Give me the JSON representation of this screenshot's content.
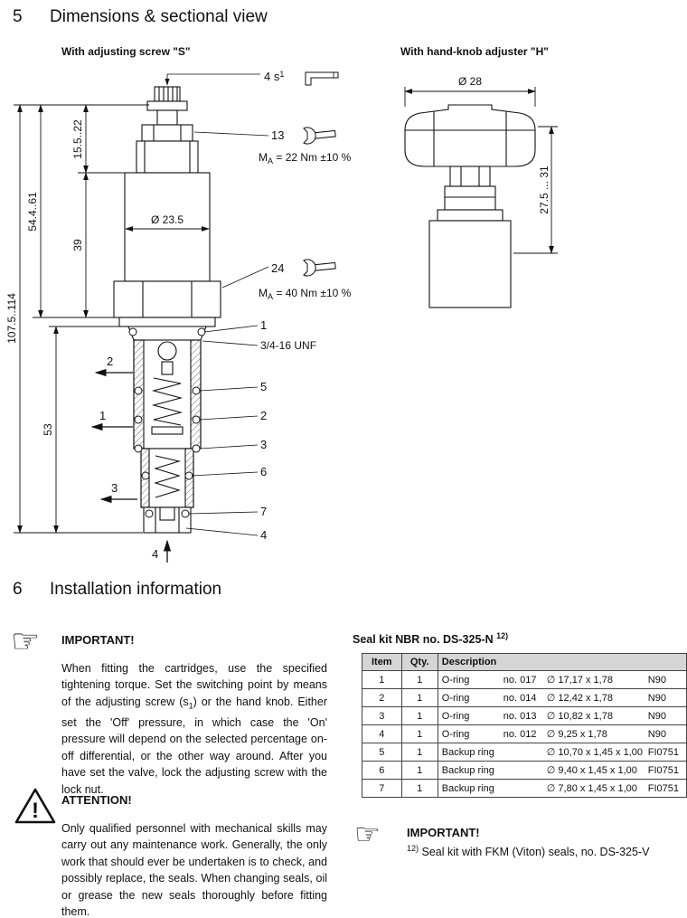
{
  "page": {
    "section5_no": "5",
    "section5_title": "Dimensions & sectional view",
    "section6_no": "6",
    "section6_title": "Installation information"
  },
  "drawing_s": {
    "caption": "With adjusting screw \"S\"",
    "screw_label": "4 s",
    "screw_label_sup": "1",
    "callout_13": "13",
    "torque1_prefix": "M",
    "torque1_sub": "A",
    "torque1_rest": " = 22 Nm ±10 %",
    "dia_body": "Ø 23.5",
    "callout_24": "24",
    "torque2_prefix": "M",
    "torque2_sub": "A",
    "torque2_rest": " = 40 Nm ±10 %",
    "callout_1": "1",
    "thread_label": "3/4-16 UNF",
    "callout_5": "5",
    "callout_2": "2",
    "callout_3": "3",
    "callout_6": "6",
    "callout_7": "7",
    "callout_4": "4",
    "port_2": "2",
    "port_1": "1",
    "port_3": "3",
    "port_4": "4",
    "dim_screw": "15.5..22",
    "dim_upper": "54.4..61",
    "dim_body": "39",
    "dim_total": "107.5..114",
    "dim_cartridge": "53"
  },
  "drawing_h": {
    "caption": "With hand-knob adjuster \"H\"",
    "dia_knob": "Ø 28",
    "dim_height": "27.5 ... 31"
  },
  "important1": {
    "heading": "IMPORTANT!",
    "p1": "When fitting the cartridges, use the specified tightening torque. Set the switching point by means of the adjusting screw (s",
    "p1_sub": "1",
    "p2": ") or the hand knob. Either set the 'Off' pressure, in which case the 'On' pressure will depend on the selected percentage on-off differential, or the other way around. After you have set the valve, lock the adjusting screw with the lock nut."
  },
  "attention": {
    "heading": "ATTENTION!",
    "mark": "!",
    "text": "Only qualified personnel with mechanical skills may carry out any maintenance work. Generally, the only work that should ever be undertaken is to check, and possibly replace, the seals. When changing seals, oil or grease the new seals thoroughly before fitting them."
  },
  "seal_kit": {
    "title": "Seal kit NBR no. DS-325-N",
    "title_sup": "12)",
    "headers": [
      "Item",
      "Qty.",
      "Description"
    ],
    "rows": [
      {
        "item": "1",
        "qty": "1",
        "name": "O-ring",
        "no": "no. 017",
        "size": "∅ 17,17 x 1,78",
        "grade": "N90"
      },
      {
        "item": "2",
        "qty": "1",
        "name": "O-ring",
        "no": "no. 014",
        "size": "∅ 12,42 x 1,78",
        "grade": "N90"
      },
      {
        "item": "3",
        "qty": "1",
        "name": "O-ring",
        "no": "no. 013",
        "size": "∅ 10,82 x 1,78",
        "grade": "N90"
      },
      {
        "item": "4",
        "qty": "1",
        "name": "O-ring",
        "no": "no. 012",
        "size": "∅ 9,25 x 1,78",
        "grade": "N90"
      },
      {
        "item": "5",
        "qty": "1",
        "name": "Backup ring",
        "no": "",
        "size": "∅ 10,70 x 1,45 x 1,00",
        "grade": "FI0751"
      },
      {
        "item": "6",
        "qty": "1",
        "name": "Backup ring",
        "no": "",
        "size": "∅ 9,40 x 1,45 x 1,00",
        "grade": "FI0751"
      },
      {
        "item": "7",
        "qty": "1",
        "name": "Backup ring",
        "no": "",
        "size": "∅ 7,80 x 1,45 x 1,00",
        "grade": "FI0751"
      }
    ]
  },
  "important2": {
    "heading": "IMPORTANT!",
    "sup": "12)",
    "text": " Seal kit with FKM (Viton) seals, no. DS-325-V"
  }
}
